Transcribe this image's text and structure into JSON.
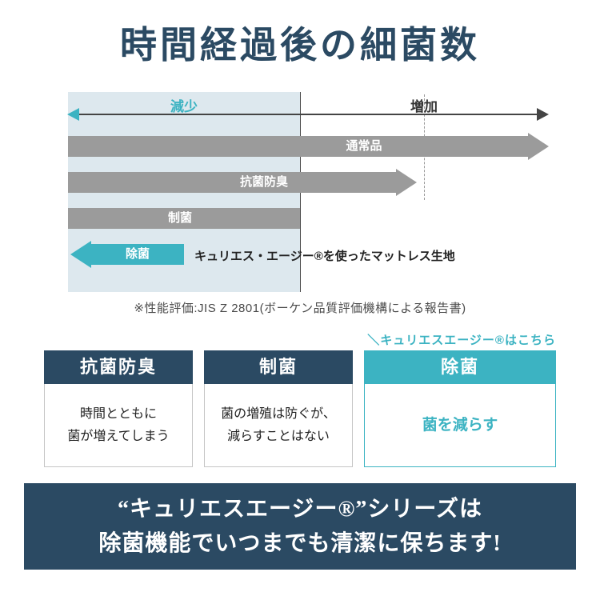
{
  "title": "時間経過後の細菌数",
  "colors": {
    "navy": "#2b4a63",
    "teal": "#3cb3c2",
    "bar_gray": "#9b9b9b",
    "shade": "#dde8ee"
  },
  "chart": {
    "axis": {
      "decrease_label": "減少",
      "increase_label": "増加"
    },
    "bars": [
      {
        "label": "通常品",
        "direction": "right",
        "relative_length": 1.0
      },
      {
        "label": "抗菌防臭",
        "direction": "right",
        "relative_length": 0.72
      },
      {
        "label": "制菌",
        "direction": "right",
        "relative_length": 0.48
      },
      {
        "label": "除菌",
        "direction": "left",
        "relative_length": 0.24
      }
    ],
    "product_note": "キュリエス・エージー®を使ったマットレス生地"
  },
  "evaluation_note": "※性能評価:JIS Z 2801(ボーケン品質評価機構による報告書)",
  "callout": "＼キュリエスエージー®はこちら",
  "boxes": [
    {
      "header": "抗菌防臭",
      "body_line1": "時間とともに",
      "body_line2": "菌が増えてしまう"
    },
    {
      "header": "制菌",
      "body_line1": "菌の増殖は防ぐが、",
      "body_line2": "減らすことはない"
    },
    {
      "header": "除菌",
      "body_line1": "菌を減らす",
      "body_line2": ""
    }
  ],
  "banner": {
    "line1": "“キュリエスエージー®”シリーズは",
    "line2": "除菌機能でいつまでも清潔に保ちます!"
  }
}
